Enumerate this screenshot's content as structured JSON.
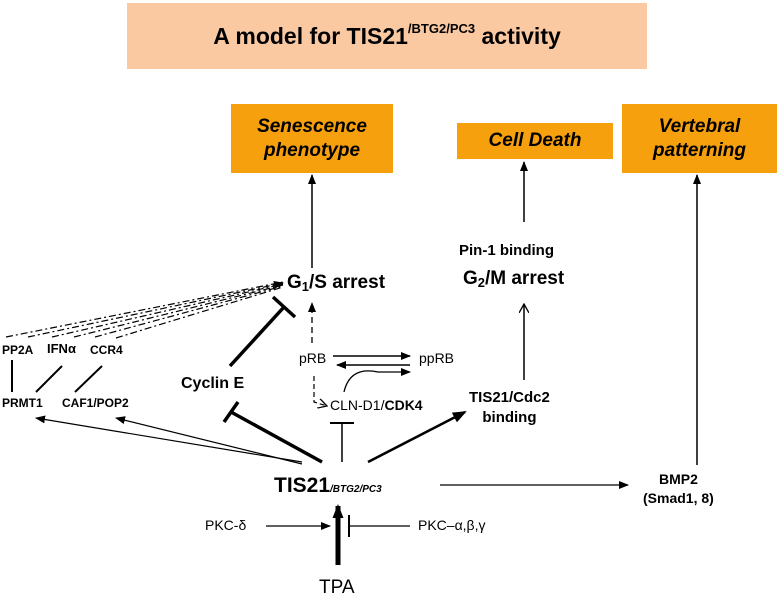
{
  "title": {
    "prefix": "A model for TIS21",
    "superscript": "/BTG2/PC3",
    "suffix": " activity"
  },
  "outcomes": {
    "senescence_line1": "Senescence",
    "senescence_line2": "phenotype",
    "cell_death": "Cell Death",
    "vertebral_line1": "Vertebral",
    "vertebral_line2": "patterning"
  },
  "nodes": {
    "g1s_g": "G",
    "g1s_sub": "1",
    "g1s_rest": "/S arrest",
    "pin1": "Pin-1 binding",
    "g2m_g": "G",
    "g2m_sub": "2",
    "g2m_rest": "/M arrest",
    "pp2a": "PP2A",
    "ifn": "IFNα",
    "ccr4": "CCR4",
    "prmt1": "PRMT1",
    "caf1": "CAF1/POP2",
    "cyclin_e": "Cyclin E",
    "prb": "pRB",
    "pprb": "ppRB",
    "cln_prefix": "CLN-D1/",
    "cdk4": "CDK4",
    "cdc2_line1": "TIS21/Cdc2",
    "cdc2_line2": "binding",
    "tis21_main": "TIS21",
    "tis21_sub": "/BTG2/PC3",
    "bmp2_line1": "BMP2",
    "bmp2_line2": "(Smad1, 8)",
    "pkc_delta": "PKC-δ",
    "pkc_abg": "PKC–α,β,γ",
    "tpa": "TPA"
  }
}
